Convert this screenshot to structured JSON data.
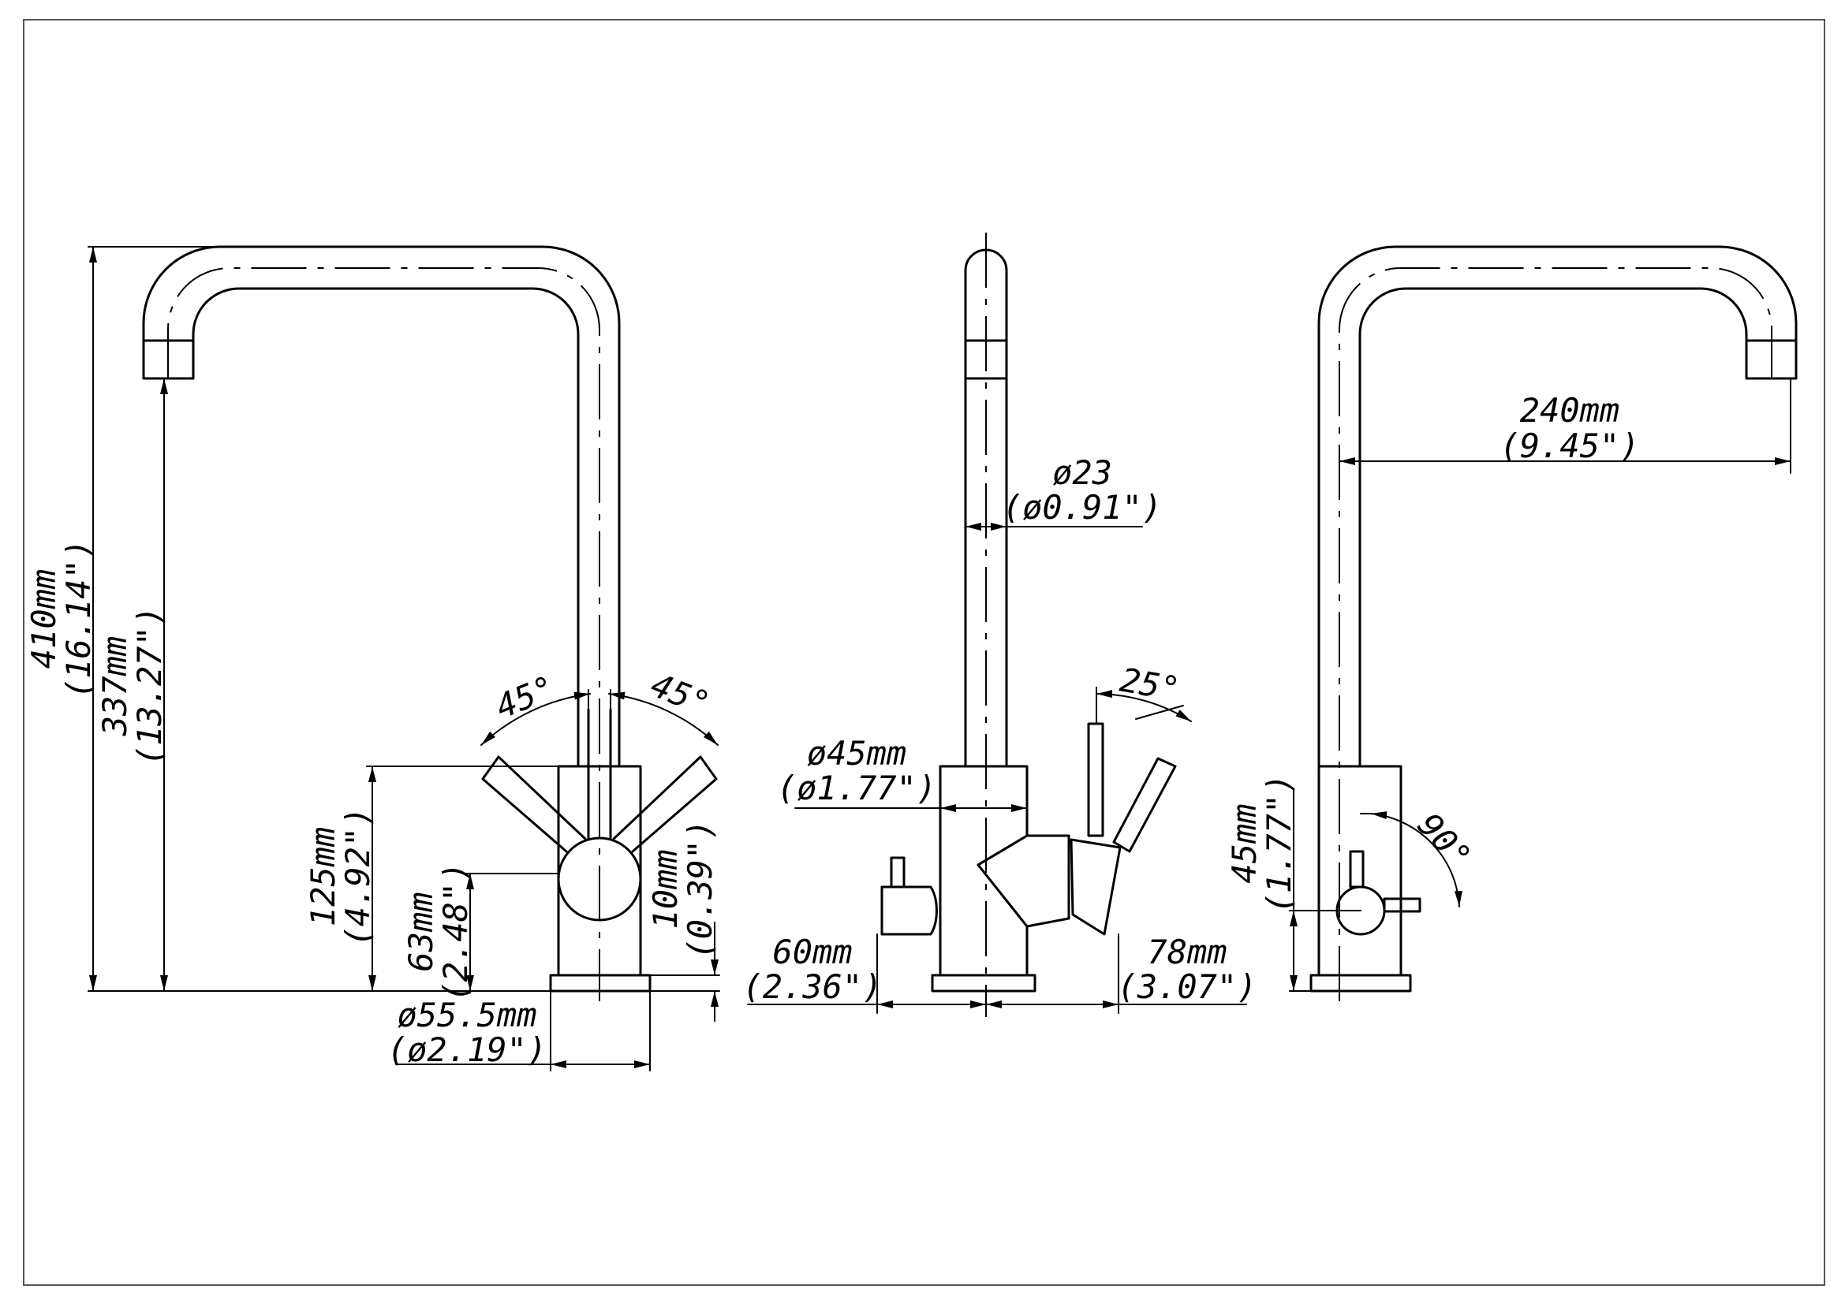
{
  "drawing": {
    "left_view": {
      "height_total": {
        "mm": "410mm",
        "inch": "(16.14\")"
      },
      "height_outlet": {
        "mm": "337mm",
        "inch": "(13.27\")"
      },
      "body_height": {
        "mm": "125mm",
        "inch": "(4.92\")"
      },
      "handle_height": {
        "mm": "63mm",
        "inch": "(2.48\")"
      },
      "base_thickness": {
        "mm": "10mm",
        "inch": "(0.39\")"
      },
      "base_diameter": {
        "mm": "ø55.5mm",
        "inch": "(ø2.19\")"
      },
      "angle_left": "45°",
      "angle_right": "45°"
    },
    "middle_view": {
      "spout_diameter": {
        "mm": "ø23",
        "inch": "(ø0.91\")"
      },
      "body_diameter": {
        "mm": "ø45mm",
        "inch": "(ø1.77\")"
      },
      "depth_front": {
        "mm": "60mm",
        "inch": "(2.36\")"
      },
      "depth_back": {
        "mm": "78mm",
        "inch": "(3.07\")"
      },
      "handle_angle": "25°"
    },
    "right_view": {
      "reach": {
        "mm": "240mm",
        "inch": "(9.45\")"
      },
      "handle_offset": {
        "mm": "45mm",
        "inch": "(1.77\")"
      },
      "rotation_angle": "90°"
    }
  }
}
